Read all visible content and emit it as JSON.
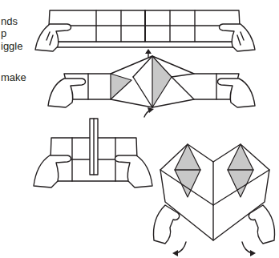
{
  "diagram": {
    "labels": [
      "nds",
      "p",
      "iggle",
      "make"
    ]
  }
}
